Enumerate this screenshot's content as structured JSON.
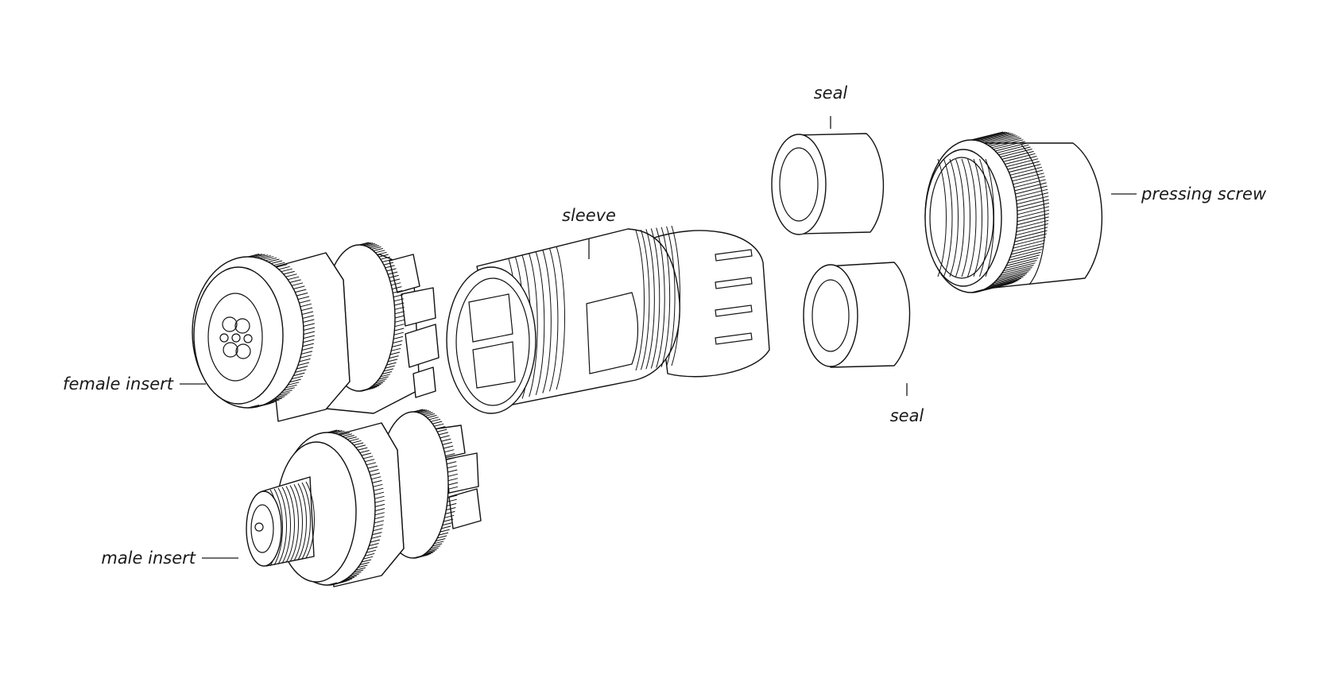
{
  "labels": {
    "female_insert": "female insert",
    "male_insert": "male insert",
    "sleeve": "sleeve",
    "seal_top": "seal",
    "seal_bottom": "seal",
    "pressing_screw": "pressing screw"
  },
  "colors": {
    "line": "#111111",
    "background": "#ffffff"
  }
}
